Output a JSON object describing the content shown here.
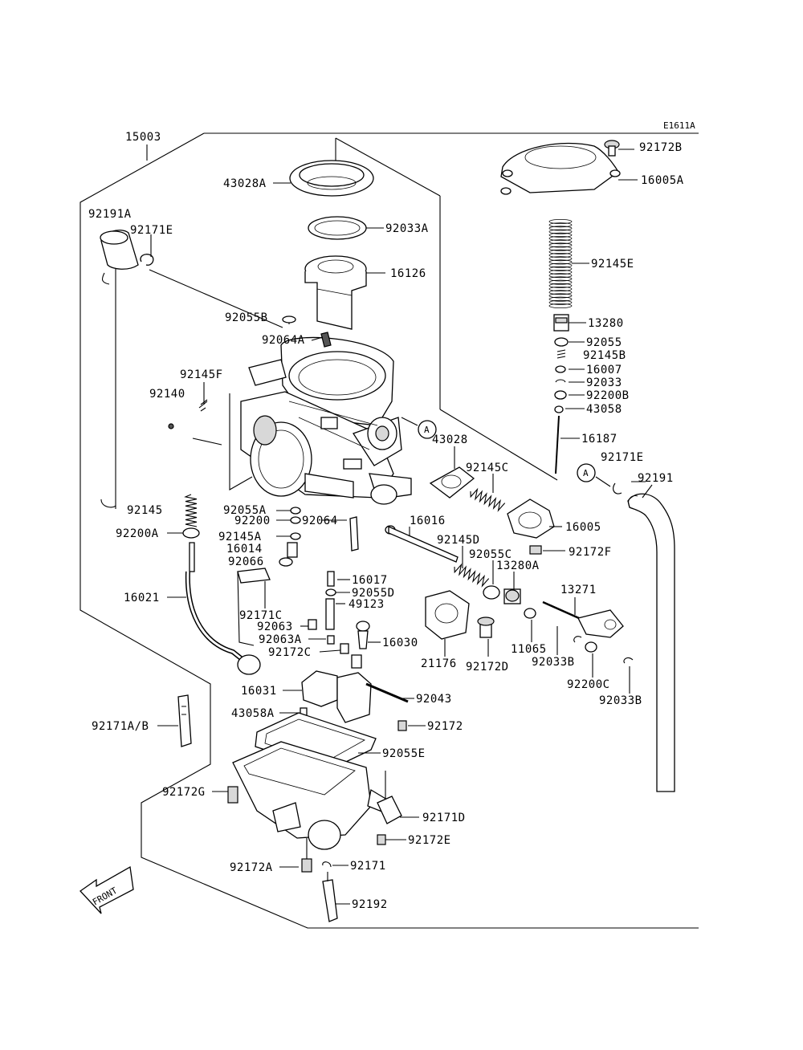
{
  "ref_code": "E1611A",
  "front_label": "FRONT",
  "callouts": {
    "a1": "A",
    "a2": "A"
  },
  "labels": {
    "l15003": "15003",
    "l43028A": "43028A",
    "l92033A": "92033A",
    "l16126": "16126",
    "l92191A": "92191A",
    "l92171E_top": "92171E",
    "l92055B": "92055B",
    "l92064A": "92064A",
    "l92145F": "92145F",
    "l92140": "92140",
    "l92172B": "92172B",
    "l16005A": "16005A",
    "l92145E": "92145E",
    "l13280": "13280",
    "l92055": "92055",
    "l92145B": "92145B",
    "l16007": "16007",
    "l92033": "92033",
    "l92200B": "92200B",
    "l43058": "43058",
    "l16187": "16187",
    "l43028": "43028",
    "l92145C": "92145C",
    "l92171E_right": "92171E",
    "l92191": "92191",
    "l92145": "92145",
    "l92055A": "92055A",
    "l92200": "92200",
    "l92064": "92064",
    "l16016": "16016",
    "l16005": "16005",
    "l92200A": "92200A",
    "l92145A": "92145A",
    "l16014": "16014",
    "l92066": "92066",
    "l92145D": "92145D",
    "l92172F": "92172F",
    "l92055C": "92055C",
    "l13280A": "13280A",
    "l16017": "16017",
    "l92055D": "92055D",
    "l49123": "49123",
    "l13271": "13271",
    "l16021": "16021",
    "l92171C": "92171C",
    "l92063": "92063",
    "l92063A": "92063A",
    "l92172C": "92172C",
    "l16030": "16030",
    "l21176": "21176",
    "l92172D": "92172D",
    "l11065": "11065",
    "l92033B_1": "92033B",
    "l92200C": "92200C",
    "l92033B_2": "92033B",
    "l16031": "16031",
    "l92043": "92043",
    "l43058A": "43058A",
    "l92172": "92172",
    "l92171AB": "92171A/B",
    "l92055E": "92055E",
    "l92172G": "92172G",
    "l92171D": "92171D",
    "l92172E": "92172E",
    "l92172A": "92172A",
    "l92171": "92171",
    "l92192": "92192"
  }
}
